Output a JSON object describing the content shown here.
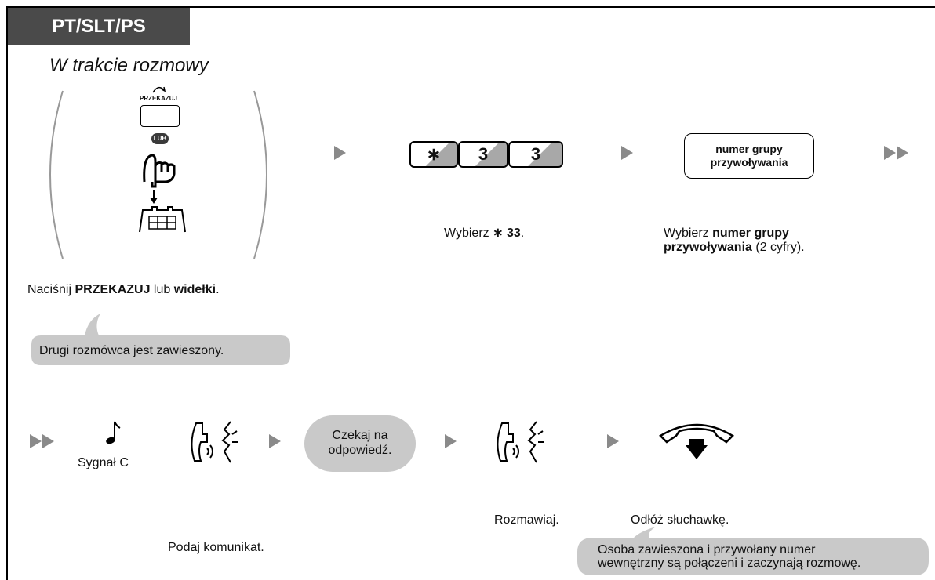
{
  "header": {
    "mode_label": "PT/SLT/PS"
  },
  "subtitle": "W trakcie rozmowy",
  "step1": {
    "button_label": "PRZEKAZUJ",
    "or_badge": "LUB",
    "caption_prefix": "Naciśnij ",
    "caption_bold1": "PRZEKAZUJ",
    "caption_mid": " lub ",
    "caption_bold2": "widełki",
    "caption_suffix": "."
  },
  "step2": {
    "keys": [
      "∗",
      "3",
      "3"
    ],
    "caption_prefix": "Wybierz ",
    "caption_star": "∗",
    "caption_bold": " 33",
    "caption_suffix": "."
  },
  "step3": {
    "box_line1": "numer grupy",
    "box_line2": "przywoływania",
    "caption_prefix": "Wybierz ",
    "caption_bold1": "numer grupy",
    "caption_bold2": "przywoływania",
    "caption_suffix": " (2 cyfry)."
  },
  "hold_note": "Drugi rozmówca jest zawieszony.",
  "tone_label": "Sygnał C",
  "announce_caption": "Podaj komunikat.",
  "wait_line1": "Czekaj na",
  "wait_line2": "odpowiedź.",
  "talk_caption": "Rozmawiaj.",
  "hangup_caption": "Odłóż słuchawkę.",
  "final_note_line1": "Osoba zawieszona i przywołany numer",
  "final_note_line2": "wewnętrzny są połączeni i zaczynają rozmowę.",
  "colors": {
    "header_bg": "#4a4a4a",
    "bubble_bg": "#c9c9c9",
    "arrow": "#8a8a8a"
  },
  "icons": [
    "transfer-arrow-icon",
    "hand-press-icon",
    "hook-switch-icon",
    "music-note-icon",
    "handset-talk-icon",
    "hang-up-icon",
    "play-arrow-icon",
    "double-arrow-icon"
  ]
}
